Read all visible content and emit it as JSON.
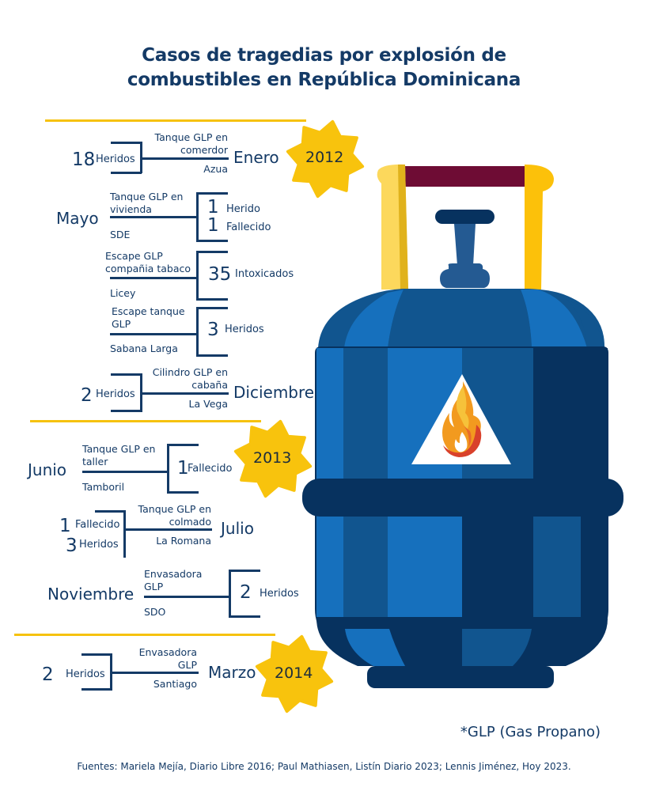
{
  "title": {
    "line1": "Casos de tragedias por explosión de",
    "line2": "combustibles en República Dominicana"
  },
  "colors": {
    "navy": "#143a66",
    "yellow": "#f6c20f",
    "tank_blue_light": "#1670bd",
    "tank_blue_mid": "#11558f",
    "tank_blue_dark": "#07325f",
    "handle_yellow": "#fcc10a",
    "handle_bar": "#6e0c34"
  },
  "years": [
    {
      "label": "2012"
    },
    {
      "label": "2013"
    },
    {
      "label": "2014"
    }
  ],
  "events": [
    {
      "month": "Enero",
      "desc1": "Tanque GLP en",
      "desc2": "comerdor",
      "place": "Azua",
      "count1": "18",
      "label1": "Heridos"
    },
    {
      "month": "Mayo",
      "desc1": "Tanque GLP en",
      "desc2": "vivienda",
      "place": "SDE",
      "count1": "1",
      "label1": "Herido",
      "count2": "1",
      "label2": "Fallecido"
    },
    {
      "month": "",
      "desc1": "Escape GLP",
      "desc2": "compañia tabaco",
      "place": "Licey",
      "count1": "35",
      "label1": "Intoxicados"
    },
    {
      "month": "",
      "desc1": "Escape tanque",
      "desc2": "GLP",
      "place": "Sabana Larga",
      "count1": "3",
      "label1": "Heridos"
    },
    {
      "month": "Diciembre",
      "desc1": "Cilindro GLP en",
      "desc2": "cabaña",
      "place": "La Vega",
      "count1": "2",
      "label1": "Heridos"
    },
    {
      "month": "Junio",
      "desc1": "Tanque GLP en",
      "desc2": "taller",
      "place": "Tamboril",
      "count1": "1",
      "label1": "Fallecido"
    },
    {
      "month": "Julio",
      "desc1": "Tanque GLP en",
      "desc2": "colmado",
      "place": "La Romana",
      "count1": "1",
      "label1": "Fallecido",
      "count2": "3",
      "label2": "Heridos"
    },
    {
      "month": "Noviembre",
      "desc1": "Envasadora",
      "desc2": "GLP",
      "place": "SDO",
      "count1": "2",
      "label1": "Heridos"
    },
    {
      "month": "Marzo",
      "desc1": "Envasadora",
      "desc2": "GLP",
      "place": "Santiago",
      "count1": "2",
      "label1": "Heridos"
    }
  ],
  "footnote": "*GLP (Gas Propano)",
  "sources": "Fuentes: Mariela Mejía, Diario Libre 2016; Paul Mathiasen, Listín Diario 2023; Lennis Jiménez, Hoy 2023."
}
